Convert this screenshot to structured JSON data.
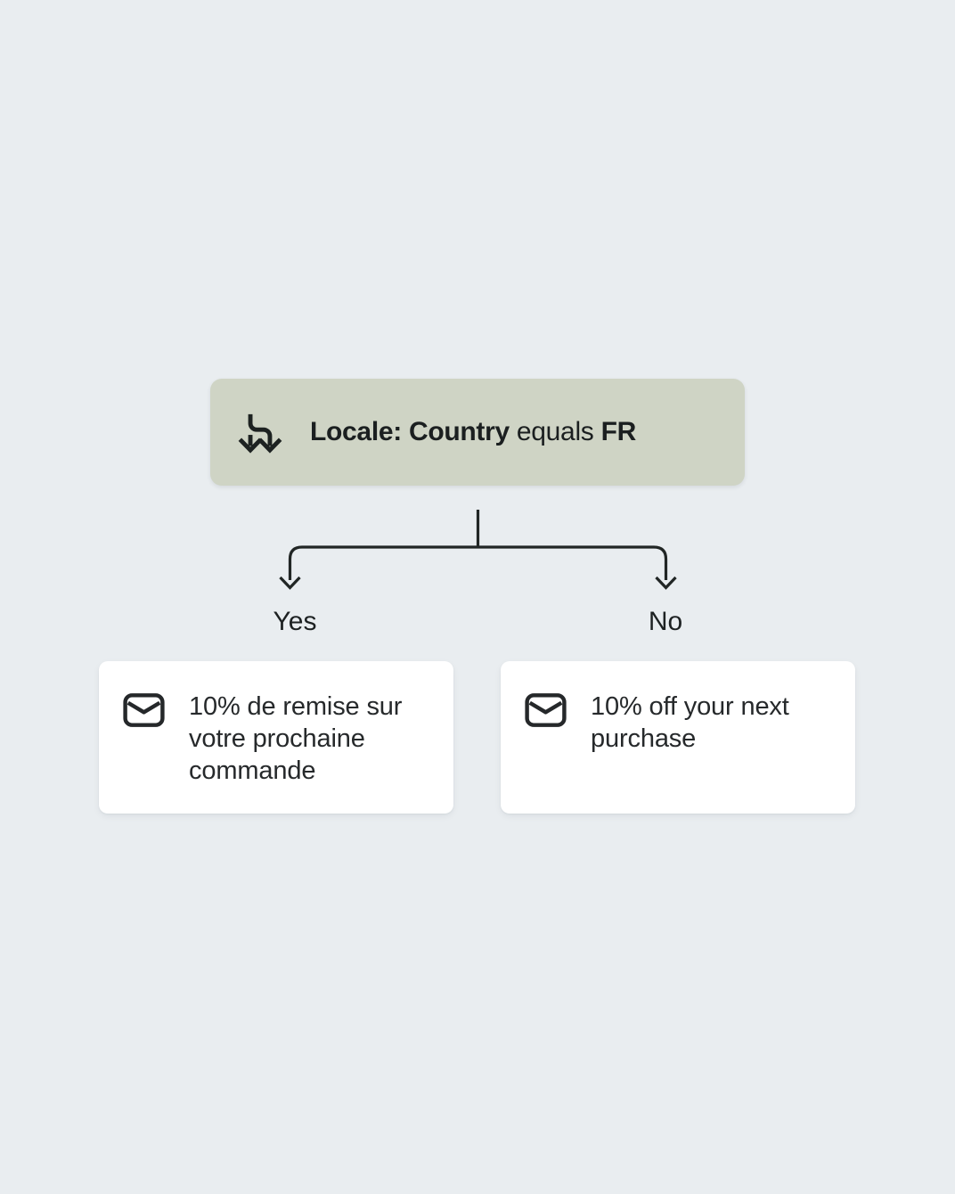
{
  "colors": {
    "background": "#e9edf0",
    "condition_bg": "#cfd4c5",
    "card_bg": "#ffffff",
    "line": "#212625",
    "text": "#1d2122"
  },
  "condition": {
    "icon": "split-branch-icon",
    "field": "Locale: Country",
    "operator": "equals",
    "value": "FR"
  },
  "branches": {
    "yes": "Yes",
    "no": "No"
  },
  "cards": [
    {
      "icon": "email-icon",
      "text": "10% de remise sur votre prochaine commande"
    },
    {
      "icon": "email-icon",
      "text": "10% off your next purchase"
    }
  ]
}
